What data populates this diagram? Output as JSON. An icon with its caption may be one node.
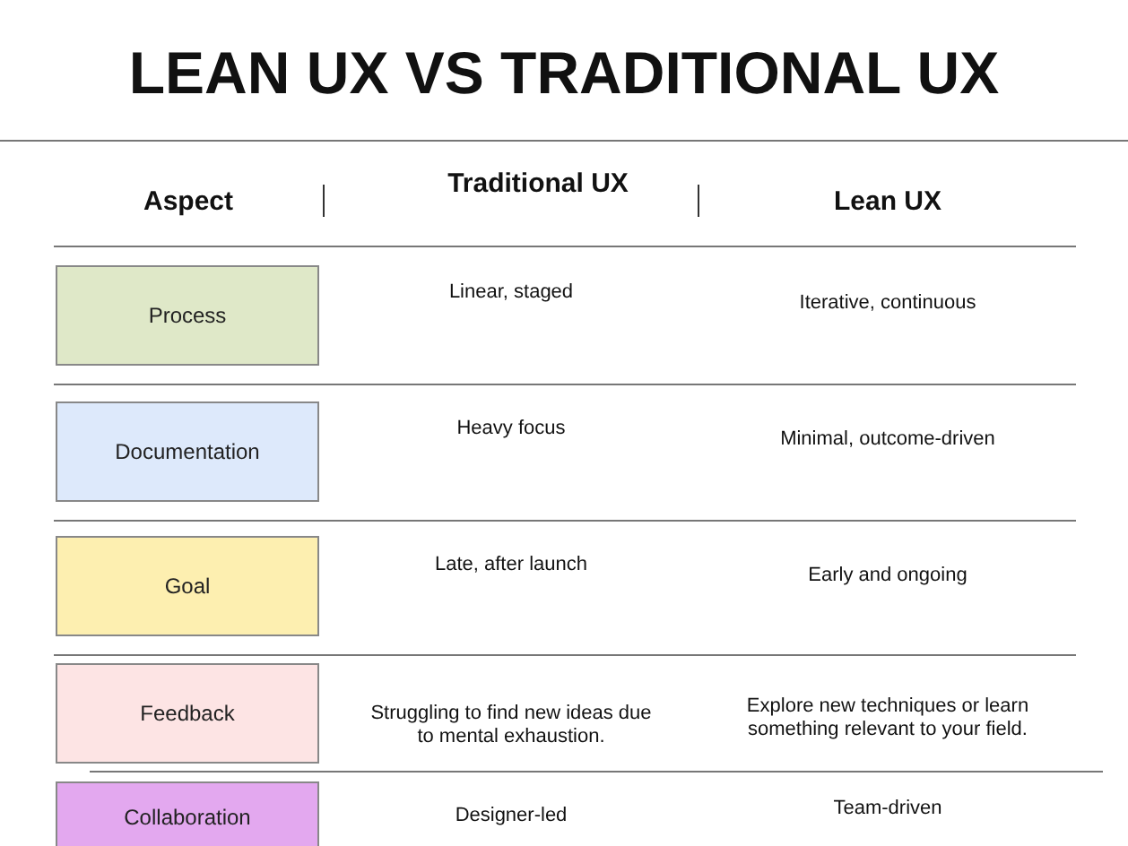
{
  "diagram": {
    "title": "LEAN UX VS TRADITIONAL UX",
    "nodes": [
      {
        "text": [
          "Process"
        ]
      },
      {
        "text": [
          "Documentation"
        ]
      },
      {
        "text": [
          "Goal"
        ]
      },
      {
        "text": [
          "Feedback"
        ]
      },
      {
        "text": [
          "Collaboration"
        ]
      }
    ],
    "labels": [
      "Aspect",
      "Traditional UX",
      "Lean UX",
      "Linear, staged",
      "Iterative, continuous",
      "Heavy focus",
      "Minimal, outcome-driven",
      "Late, after launch",
      "Early and ongoing",
      "Struggling to find new ideas due to mental exhaustion.",
      "Explore new techniques or learn something relevant to your field.",
      "Designer-led",
      "Team-driven"
    ]
  }
}
